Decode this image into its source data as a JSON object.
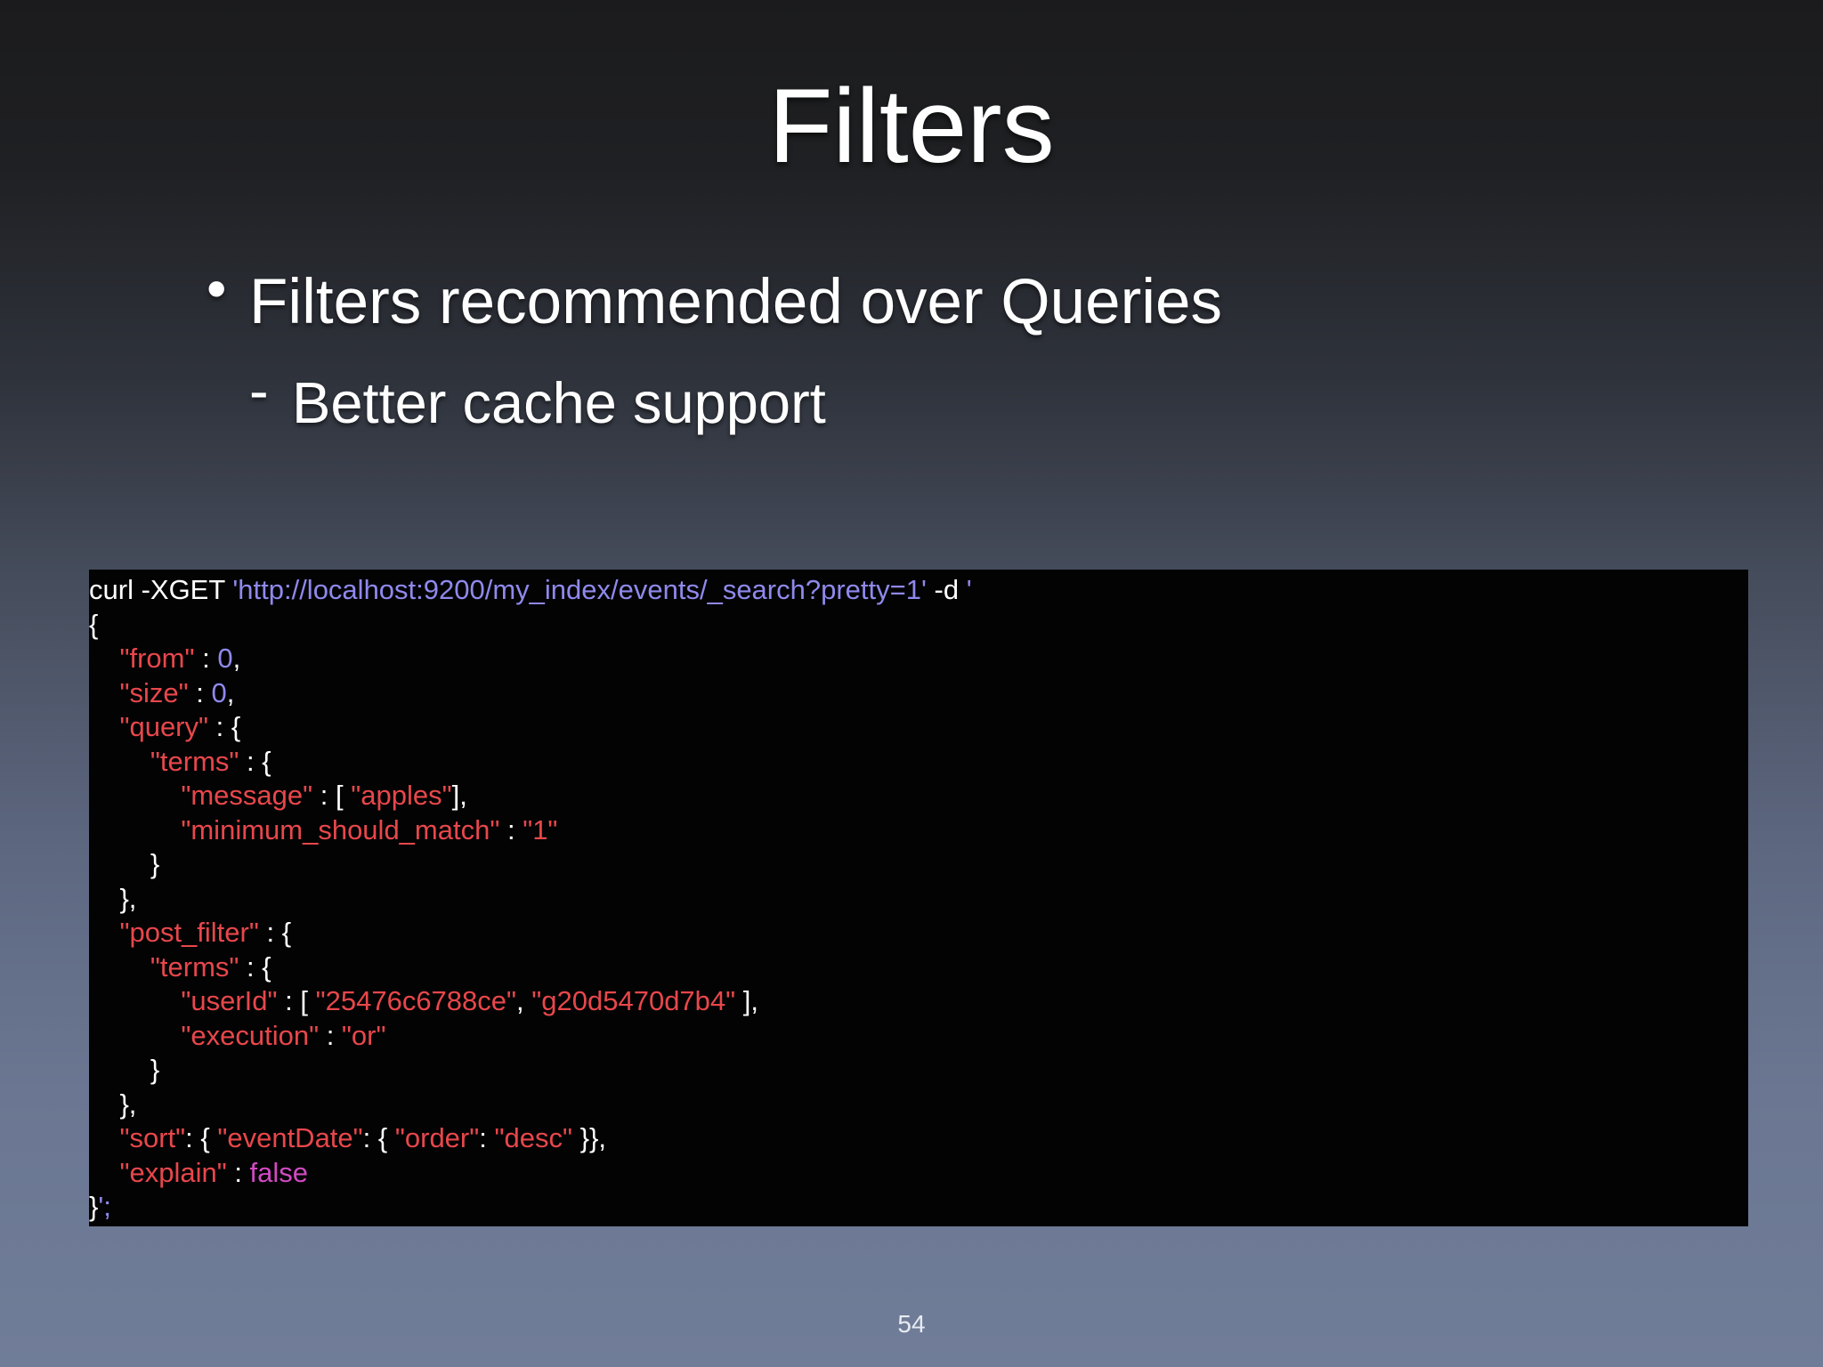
{
  "slide": {
    "title": "Filters",
    "bullet_symbol": "•",
    "bullet_text": "Filters recommended over Queries",
    "sub_bullet_symbol": "-",
    "sub_bullet_text": "Better cache support",
    "page_number": "54"
  },
  "code": {
    "colors": {
      "background": "#030304",
      "plain": "#ffffff",
      "url": "#8f89ec",
      "key": "#e8474b",
      "string": "#e8474b",
      "number": "#8f89ec",
      "boolean": "#d24ac2"
    },
    "lines": [
      [
        {
          "t": "plain",
          "v": "curl -XGET "
        },
        {
          "t": "url",
          "v": "'http://localhost:9200/my_index/events/_search?pretty=1'"
        },
        {
          "t": "plain",
          "v": " -d "
        },
        {
          "t": "url",
          "v": "'"
        }
      ],
      [
        {
          "t": "plain",
          "v": "{"
        }
      ],
      [
        {
          "t": "plain",
          "v": "    "
        },
        {
          "t": "key",
          "v": "\"from\""
        },
        {
          "t": "plain",
          "v": " : "
        },
        {
          "t": "num",
          "v": "0"
        },
        {
          "t": "plain",
          "v": ","
        }
      ],
      [
        {
          "t": "plain",
          "v": "    "
        },
        {
          "t": "key",
          "v": "\"size\""
        },
        {
          "t": "plain",
          "v": " : "
        },
        {
          "t": "num",
          "v": "0"
        },
        {
          "t": "plain",
          "v": ","
        }
      ],
      [
        {
          "t": "plain",
          "v": "    "
        },
        {
          "t": "key",
          "v": "\"query\""
        },
        {
          "t": "plain",
          "v": " : {"
        }
      ],
      [
        {
          "t": "plain",
          "v": "        "
        },
        {
          "t": "key",
          "v": "\"terms\""
        },
        {
          "t": "plain",
          "v": " : {"
        }
      ],
      [
        {
          "t": "plain",
          "v": "            "
        },
        {
          "t": "key",
          "v": "\"message\""
        },
        {
          "t": "plain",
          "v": " : [ "
        },
        {
          "t": "str",
          "v": "\"apples\""
        },
        {
          "t": "plain",
          "v": "],"
        }
      ],
      [
        {
          "t": "plain",
          "v": "            "
        },
        {
          "t": "key",
          "v": "\"minimum_should_match\""
        },
        {
          "t": "plain",
          "v": " : "
        },
        {
          "t": "str",
          "v": "\"1\""
        }
      ],
      [
        {
          "t": "plain",
          "v": "        }"
        }
      ],
      [
        {
          "t": "plain",
          "v": "    },"
        }
      ],
      [
        {
          "t": "plain",
          "v": "    "
        },
        {
          "t": "key",
          "v": "\"post_filter\""
        },
        {
          "t": "plain",
          "v": " : {"
        }
      ],
      [
        {
          "t": "plain",
          "v": "        "
        },
        {
          "t": "key",
          "v": "\"terms\""
        },
        {
          "t": "plain",
          "v": " : {"
        }
      ],
      [
        {
          "t": "plain",
          "v": "            "
        },
        {
          "t": "key",
          "v": "\"userId\""
        },
        {
          "t": "plain",
          "v": " : [ "
        },
        {
          "t": "str",
          "v": "\"25476c6788ce\""
        },
        {
          "t": "plain",
          "v": ", "
        },
        {
          "t": "str",
          "v": "\"g20d5470d7b4\""
        },
        {
          "t": "plain",
          "v": " ],"
        }
      ],
      [
        {
          "t": "plain",
          "v": "            "
        },
        {
          "t": "key",
          "v": "\"execution\""
        },
        {
          "t": "plain",
          "v": " : "
        },
        {
          "t": "str",
          "v": "\"or\""
        }
      ],
      [
        {
          "t": "plain",
          "v": "        }"
        }
      ],
      [
        {
          "t": "plain",
          "v": "    },"
        }
      ],
      [
        {
          "t": "plain",
          "v": "    "
        },
        {
          "t": "key",
          "v": "\"sort\""
        },
        {
          "t": "plain",
          "v": ": { "
        },
        {
          "t": "key",
          "v": "\"eventDate\""
        },
        {
          "t": "plain",
          "v": ": { "
        },
        {
          "t": "key",
          "v": "\"order\""
        },
        {
          "t": "plain",
          "v": ": "
        },
        {
          "t": "str",
          "v": "\"desc\""
        },
        {
          "t": "plain",
          "v": " }},"
        }
      ],
      [
        {
          "t": "plain",
          "v": "    "
        },
        {
          "t": "key",
          "v": "\"explain\""
        },
        {
          "t": "plain",
          "v": " : "
        },
        {
          "t": "bool",
          "v": "false"
        }
      ],
      [
        {
          "t": "plain",
          "v": "}"
        },
        {
          "t": "url",
          "v": "';"
        }
      ]
    ]
  }
}
